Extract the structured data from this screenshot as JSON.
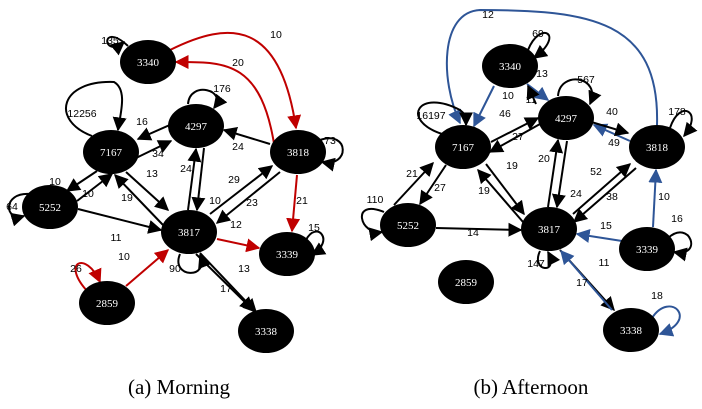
{
  "colors": {
    "node_fill": "#000000",
    "node_text": "#ffffff",
    "edge_default": "#000000",
    "edge_morning_highlight": "#c00000",
    "edge_afternoon_highlight": "#2e5597"
  },
  "panels": [
    {
      "id": "morning",
      "caption": "(a)  Morning",
      "nodes": [
        {
          "id": "3340",
          "label": "3340"
        },
        {
          "id": "4297",
          "label": "4297"
        },
        {
          "id": "7167",
          "label": "7167"
        },
        {
          "id": "3818",
          "label": "3818"
        },
        {
          "id": "5252",
          "label": "5252"
        },
        {
          "id": "3817",
          "label": "3817"
        },
        {
          "id": "3339",
          "label": "3339"
        },
        {
          "id": "2859",
          "label": "2859"
        },
        {
          "id": "3338",
          "label": "3338"
        }
      ],
      "self_loops": [
        {
          "node": "3340",
          "label": "135"
        },
        {
          "node": "4297",
          "label": "176"
        },
        {
          "node": "7167",
          "label": "12256"
        },
        {
          "node": "3818",
          "label": "73"
        },
        {
          "node": "5252",
          "label": "64"
        },
        {
          "node": "3817",
          "label": "90"
        },
        {
          "node": "3339",
          "label": "15"
        }
      ],
      "edges": [
        {
          "from": "3340",
          "to": "3818",
          "label": "10",
          "highlight": true
        },
        {
          "from": "3818",
          "to": "3340",
          "label": "20",
          "highlight": true
        },
        {
          "from": "4297",
          "to": "7167",
          "label": "16"
        },
        {
          "from": "7167",
          "to": "4297",
          "label": "34"
        },
        {
          "from": "7167",
          "to": "5252",
          "label": "10"
        },
        {
          "from": "5252",
          "to": "7167",
          "label": "10"
        },
        {
          "from": "7167",
          "to": "3817",
          "label": "13"
        },
        {
          "from": "3817",
          "to": "7167",
          "label": "19"
        },
        {
          "from": "3817",
          "to": "4297",
          "label": "24"
        },
        {
          "from": "4297",
          "to": "3817",
          "label": "10"
        },
        {
          "from": "3818",
          "to": "4297",
          "label": "24"
        },
        {
          "from": "3817",
          "to": "3818",
          "label": "29"
        },
        {
          "from": "3818",
          "to": "3817",
          "label": "23"
        },
        {
          "from": "3818",
          "to": "3339",
          "label": "21",
          "highlight": true
        },
        {
          "from": "5252",
          "to": "3817",
          "label": "11"
        },
        {
          "from": "3817",
          "to": "3339",
          "label": "12",
          "highlight": true
        },
        {
          "from": "2859",
          "to": "3817",
          "label": "10",
          "highlight": true
        },
        {
          "from": "3817",
          "to": "3338",
          "label": "13"
        },
        {
          "from": "3817",
          "to": "3338",
          "label": "17"
        }
      ],
      "extra_self_loops": [
        {
          "node": "2859",
          "label": "26",
          "highlight": true
        }
      ]
    },
    {
      "id": "afternoon",
      "caption": "(b)  Afternoon",
      "nodes": [
        {
          "id": "3340",
          "label": "3340"
        },
        {
          "id": "4297",
          "label": "4297"
        },
        {
          "id": "7167",
          "label": "7167"
        },
        {
          "id": "3818",
          "label": "3818"
        },
        {
          "id": "5252",
          "label": "5252"
        },
        {
          "id": "3817",
          "label": "3817"
        },
        {
          "id": "3339",
          "label": "3339"
        },
        {
          "id": "2859",
          "label": "2859"
        },
        {
          "id": "3338",
          "label": "3338"
        }
      ],
      "self_loops": [
        {
          "node": "3340",
          "label": "69"
        },
        {
          "node": "4297",
          "label": "567"
        },
        {
          "node": "7167",
          "label": "16197"
        },
        {
          "node": "3818",
          "label": "178"
        },
        {
          "node": "5252",
          "label": "110"
        },
        {
          "node": "3817",
          "label": "147"
        },
        {
          "node": "3339",
          "label": "16"
        },
        {
          "node": "3338",
          "label": "18",
          "highlight": true
        }
      ],
      "edges": [
        {
          "from": "3818",
          "to": "7167",
          "label": "12",
          "highlight": true
        },
        {
          "from": "3340",
          "to": "4297",
          "label": "13",
          "highlight": true
        },
        {
          "from": "3340",
          "to": "7167",
          "label": "10",
          "highlight": true
        },
        {
          "from": "4297",
          "to": "3340",
          "label": "11"
        },
        {
          "from": "7167",
          "to": "4297",
          "label": "46"
        },
        {
          "from": "4297",
          "to": "7167",
          "label": "27"
        },
        {
          "from": "3818",
          "to": "4297",
          "label": "40",
          "highlight": true
        },
        {
          "from": "4297",
          "to": "3818",
          "label": "49"
        },
        {
          "from": "7167",
          "to": "5252",
          "label": "27"
        },
        {
          "from": "5252",
          "to": "7167",
          "label": "21"
        },
        {
          "from": "7167",
          "to": "3817",
          "label": "19"
        },
        {
          "from": "3817",
          "to": "7167",
          "label": "19"
        },
        {
          "from": "3817",
          "to": "4297",
          "label": "20"
        },
        {
          "from": "4297",
          "to": "3817",
          "label": "24"
        },
        {
          "from": "3817",
          "to": "3818",
          "label": "52"
        },
        {
          "from": "3818",
          "to": "3817",
          "label": "38"
        },
        {
          "from": "5252",
          "to": "3817",
          "label": "14"
        },
        {
          "from": "3339",
          "to": "3817",
          "label": "15",
          "highlight": true
        },
        {
          "from": "3339",
          "to": "3818",
          "label": "10",
          "highlight": true
        },
        {
          "from": "3817",
          "to": "3338",
          "label": "11"
        },
        {
          "from": "3338",
          "to": "3817",
          "label": "17",
          "highlight": true
        }
      ]
    }
  ]
}
